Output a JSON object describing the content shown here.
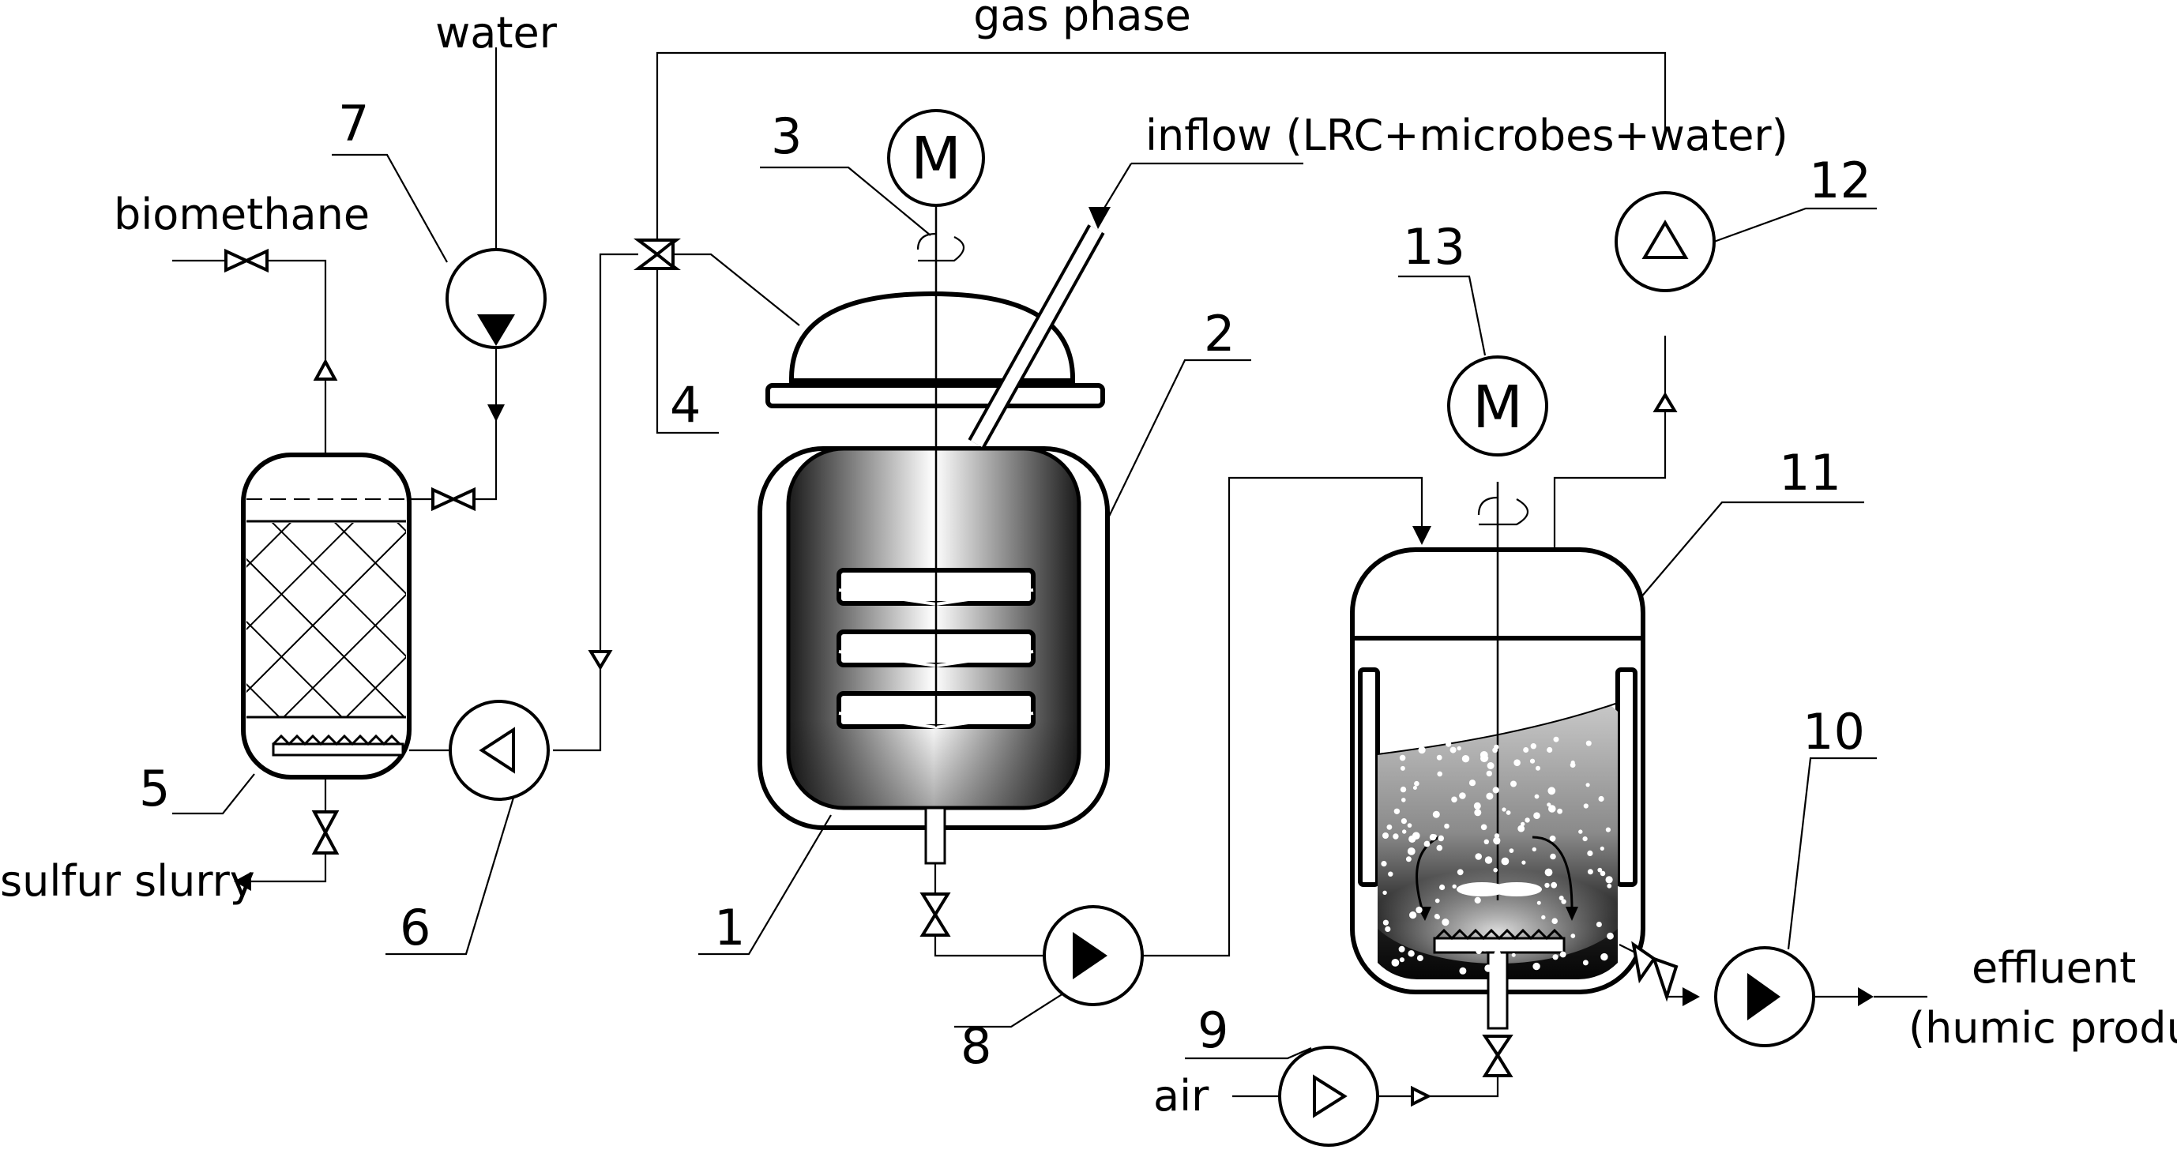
{
  "labels": {
    "gas_phase": "gas phase",
    "water": "water",
    "biomethane": "biomethane",
    "inflow": "inflow (LRC+microbes+water)",
    "sulfur_slurry": "sulfur slurry",
    "air": "air",
    "effluent": "effluent",
    "humic_product": "(humic product)"
  },
  "motor_symbol": "M",
  "numbers": {
    "n1": "1",
    "n2": "2",
    "n3": "3",
    "n4": "4",
    "n5": "5",
    "n6": "6",
    "n7": "7",
    "n8": "8",
    "n9": "9",
    "n10": "10",
    "n11": "11",
    "n12": "12",
    "n13": "13"
  }
}
